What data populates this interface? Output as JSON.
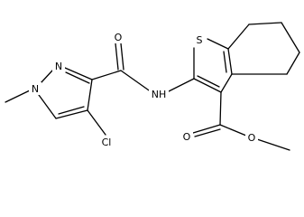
{
  "molecule": {
    "atom_labels": [
      {
        "id": "cl",
        "text": "Cl"
      },
      {
        "id": "n-methyl-pyrazole",
        "text": "N"
      },
      {
        "id": "n-ring",
        "text": "N"
      },
      {
        "id": "o-amide",
        "text": "O"
      },
      {
        "id": "nh",
        "text": "NH"
      },
      {
        "id": "s",
        "text": "S"
      },
      {
        "id": "o-carbonyl",
        "text": "O"
      },
      {
        "id": "o-ester",
        "text": "O"
      }
    ]
  }
}
